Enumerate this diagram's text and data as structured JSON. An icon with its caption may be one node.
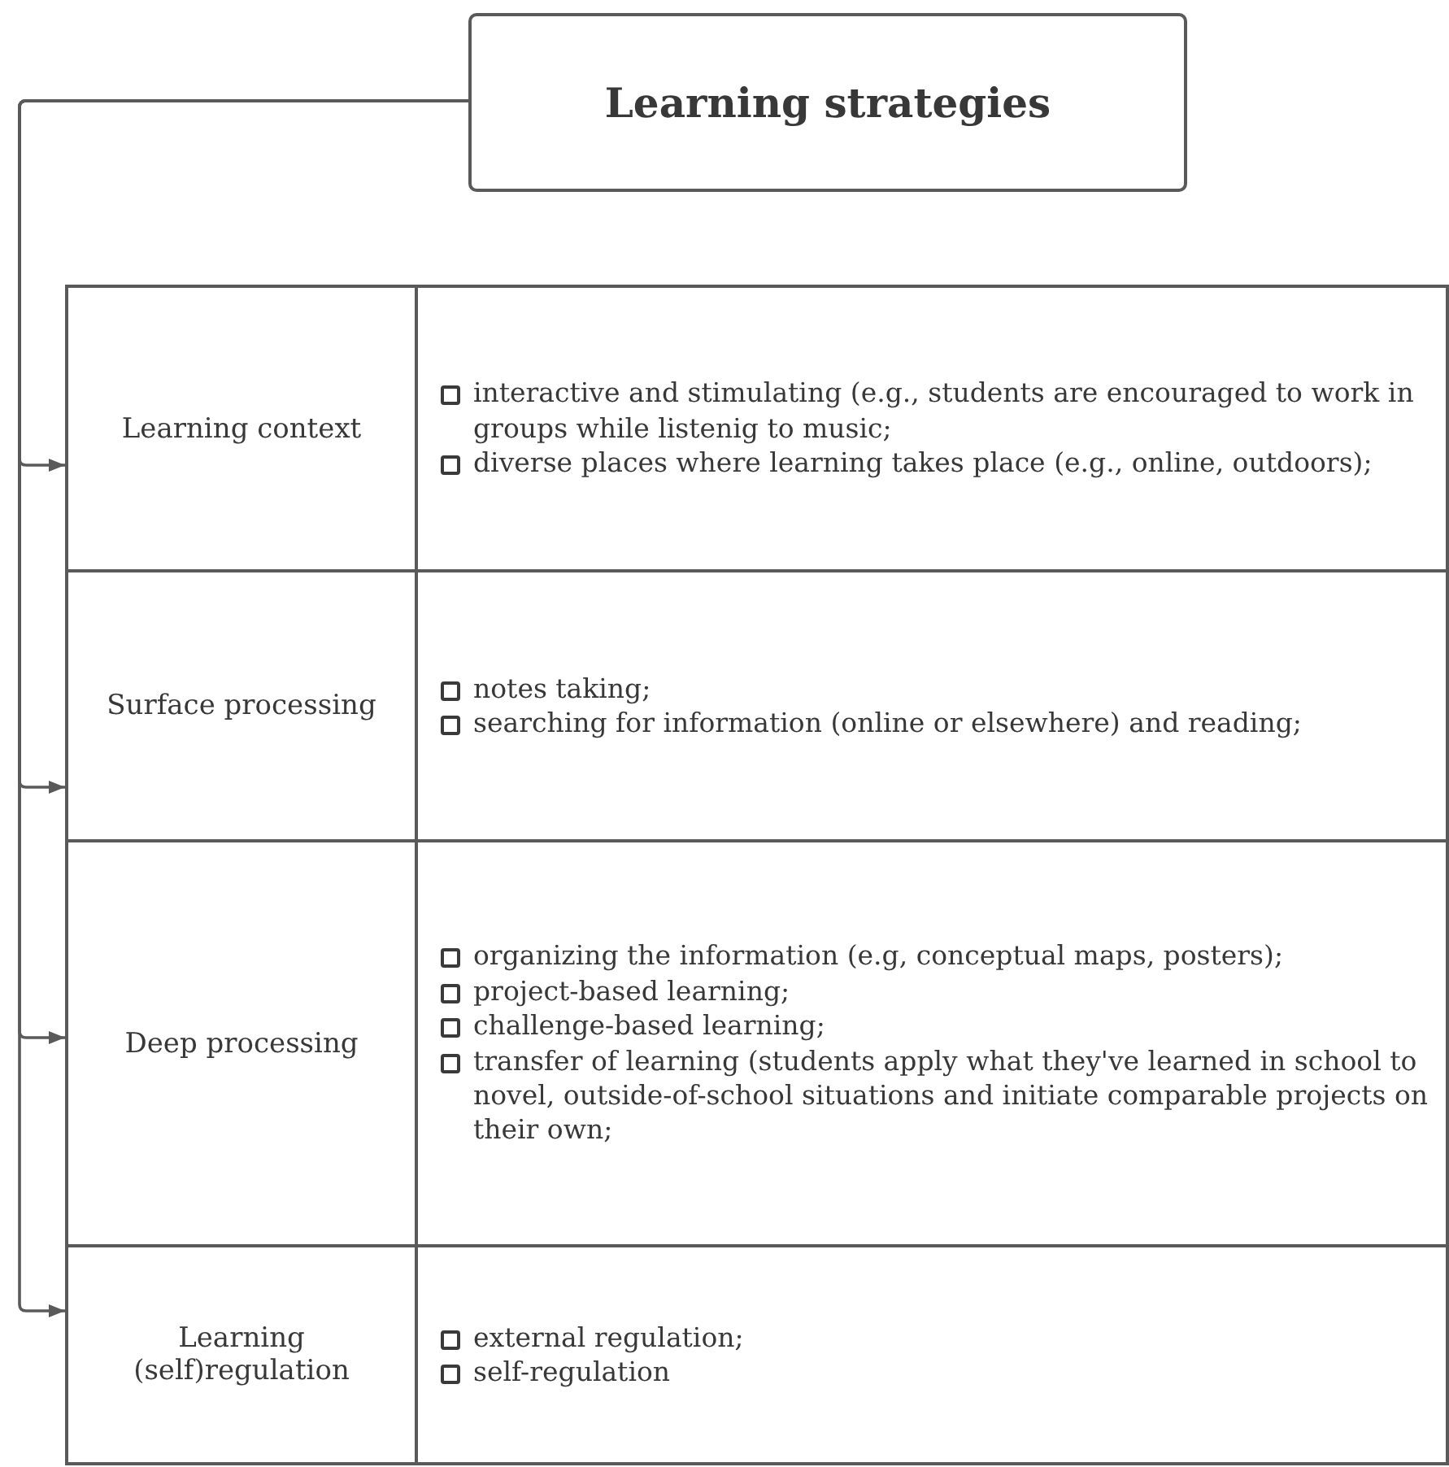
{
  "diagram": {
    "nodes": [
      {
        "text": [
          "Learning strategies"
        ]
      },
      {
        "text": [
          "Learning context"
        ]
      },
      {
        "text": [
          "interactive and stimulating (e.g., students are encouraged to work in groups while listenig to music;",
          "diverse places where learning takes place (e.g., online, outdoors);"
        ]
      },
      {
        "text": [
          "Surface processing"
        ]
      },
      {
        "text": [
          "notes taking;",
          "searching for information (online or elsewhere) and reading;"
        ]
      },
      {
        "text": [
          "Deep processing"
        ]
      },
      {
        "text": [
          "organizing the information (e.g, conceptual maps, posters);",
          "project-based learning;",
          "challenge-based learning;",
          "transfer of learning (students apply what they've learned in school to novel, outside-of-school situations and initiate comparable projects on their own;"
        ]
      },
      {
        "text": [
          "Learning (self)regulation"
        ]
      },
      {
        "text": [
          "external regulation;",
          "self-regulation"
        ]
      }
    ],
    "edges": [
      {
        "from": 0,
        "to": 1,
        "arrow": "to"
      },
      {
        "from": 0,
        "to": 3,
        "arrow": "to"
      },
      {
        "from": 0,
        "to": 5,
        "arrow": "to"
      },
      {
        "from": 0,
        "to": 7,
        "arrow": "to"
      }
    ]
  }
}
